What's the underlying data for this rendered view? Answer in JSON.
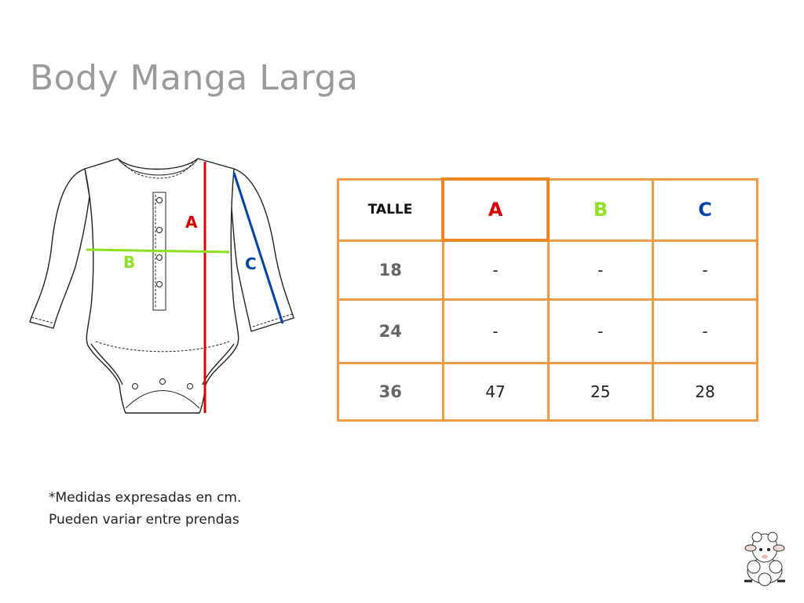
{
  "title": "Body Manga Larga",
  "diagram": {
    "label_a": "A",
    "label_b": "B",
    "label_c": "C"
  },
  "colors": {
    "a": "#e00000",
    "b": "#8ee022",
    "c": "#0044aa",
    "table_border": "#f39a45"
  },
  "table": {
    "headers": [
      "TALLE",
      "A",
      "B",
      "C"
    ],
    "rows": [
      {
        "talle": "18",
        "a": "-",
        "b": "-",
        "c": "-"
      },
      {
        "talle": "24",
        "a": "-",
        "b": "-",
        "c": "-"
      },
      {
        "talle": "36",
        "a": "47",
        "b": "25",
        "c": "28"
      }
    ]
  },
  "footnote": {
    "line1": "*Medidas expresadas en cm.",
    "line2": "Pueden variar entre prendas"
  },
  "icons": {
    "mascot": "sheep-icon"
  }
}
